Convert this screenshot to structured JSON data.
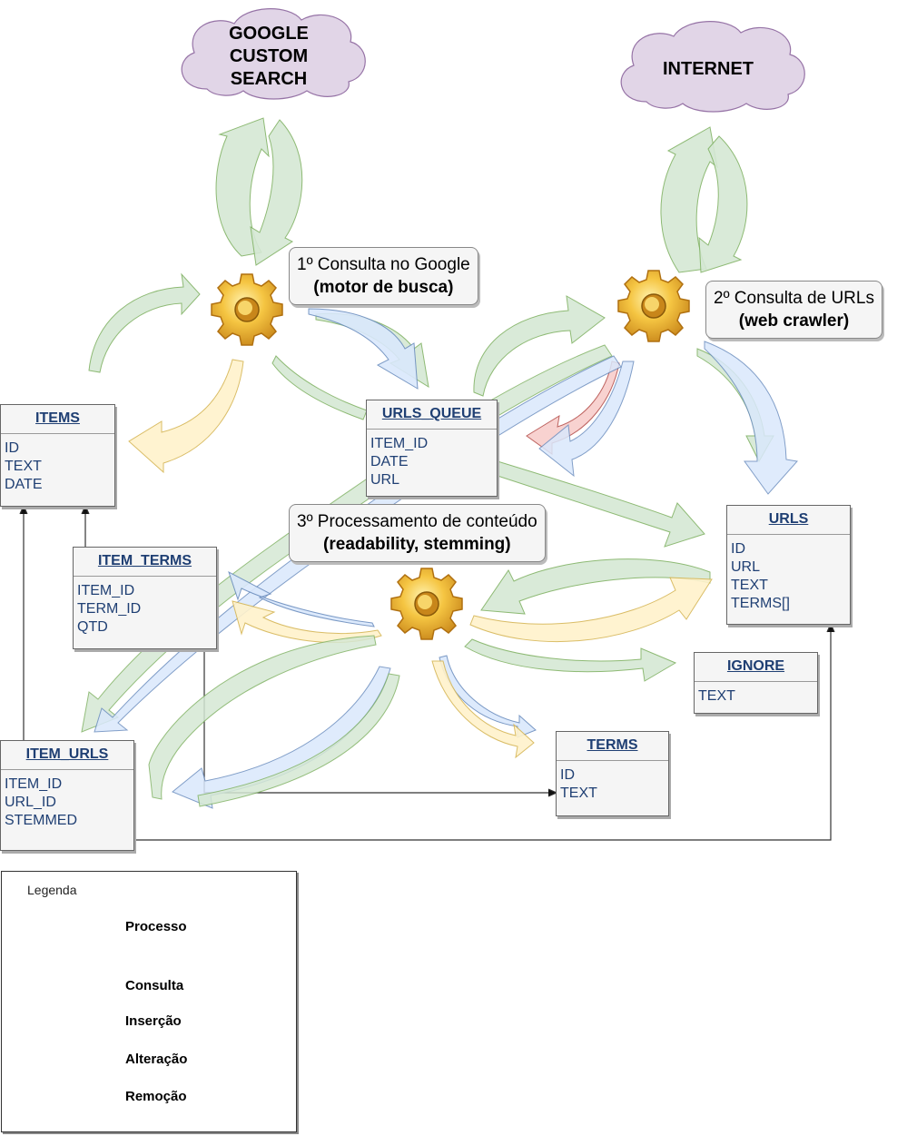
{
  "clouds": {
    "google": [
      "GOOGLE",
      "CUSTOM",
      "SEARCH"
    ],
    "internet": "INTERNET"
  },
  "processes": {
    "p1": {
      "line1": "1º Consulta no Google",
      "line2": "(motor de busca)"
    },
    "p2": {
      "line1": "2º Consulta de URLs",
      "line2": "(web crawler)"
    },
    "p3": {
      "line1": "3º Processamento de conteúdo",
      "line2": "(readability, stemming)"
    }
  },
  "entities": {
    "items": {
      "name": "ITEMS",
      "fields": [
        "ID",
        "TEXT",
        "DATE"
      ]
    },
    "urls_queue": {
      "name": "URLS_QUEUE",
      "fields": [
        "ITEM_ID",
        "DATE",
        "URL"
      ]
    },
    "urls": {
      "name": "URLS",
      "fields": [
        "ID",
        "URL",
        "TEXT",
        "TERMS[]"
      ]
    },
    "item_terms": {
      "name": "ITEM_TERMS",
      "fields": [
        "ITEM_ID",
        "TERM_ID",
        "QTD"
      ]
    },
    "ignore": {
      "name": "IGNORE",
      "fields": [
        "TEXT"
      ]
    },
    "item_urls": {
      "name": "ITEM_URLS",
      "fields": [
        "ITEM_ID",
        "URL_ID",
        "STEMMED"
      ]
    },
    "terms": {
      "name": "TERMS",
      "fields": [
        "ID",
        "TEXT"
      ]
    }
  },
  "legend": {
    "title": "Legenda",
    "items": [
      "Processo",
      "Consulta",
      "Inserção",
      "Alteração",
      "Remoção"
    ]
  },
  "colors": {
    "consulta": "#d5e8d4",
    "consulta_stroke": "#82b366",
    "insercao": "#dae8fc",
    "insercao_stroke": "#6c8ebf",
    "alteracao": "#fff2cc",
    "alteracao_stroke": "#d6b656",
    "remocao": "#f8cecc",
    "remocao_stroke": "#b85450",
    "cloud": "#e1d5e7"
  }
}
